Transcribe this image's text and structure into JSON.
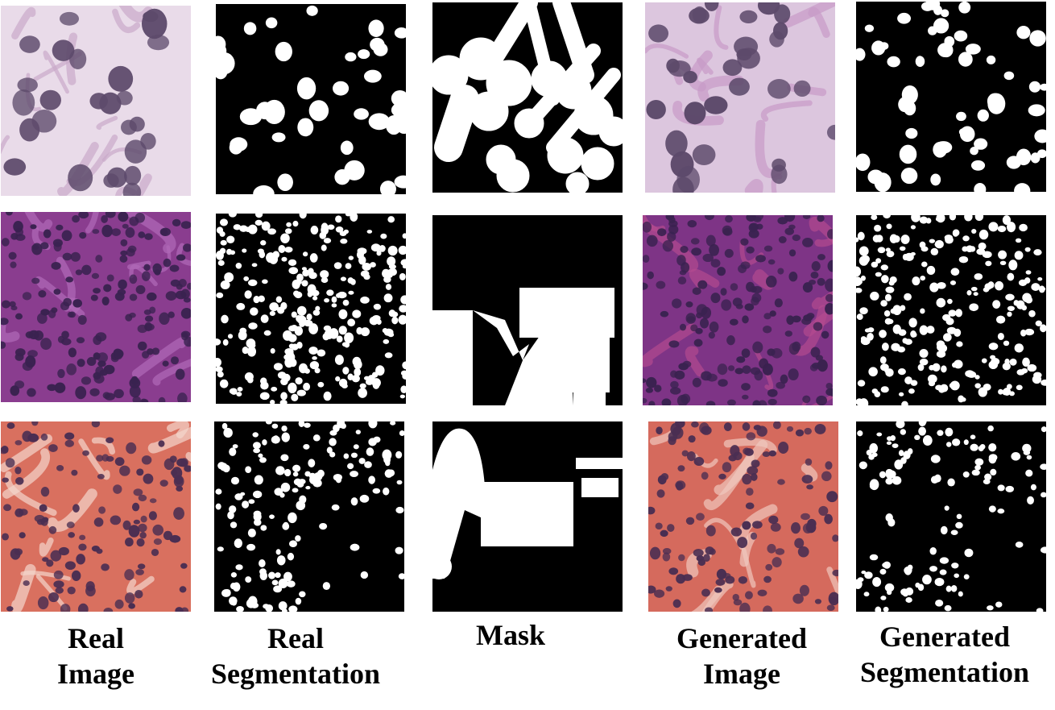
{
  "columns": [
    {
      "key": "real_image",
      "lines": [
        "Real",
        "Image"
      ]
    },
    {
      "key": "real_segmentation",
      "lines": [
        "Real",
        "Segmentation"
      ]
    },
    {
      "key": "mask",
      "lines": [
        "Mask"
      ]
    },
    {
      "key": "generated_image",
      "lines": [
        "Generated",
        "Image"
      ]
    },
    {
      "key": "generated_segmentation",
      "lines": [
        "Generated",
        "Segmentation"
      ]
    }
  ],
  "rows": 3,
  "colors": {
    "background": "#ffffff",
    "mask_fill": "#ffffff",
    "mask_bg": "#000000",
    "row1_tissue": "#e9dbe9",
    "row1_nuclei": "#5d4a6b",
    "row2_tissue": "#8a3d8f",
    "row2_nuclei": "#3a2250",
    "row3_tissue": "#d9705f",
    "row3_nuclei": "#4a2e52"
  }
}
